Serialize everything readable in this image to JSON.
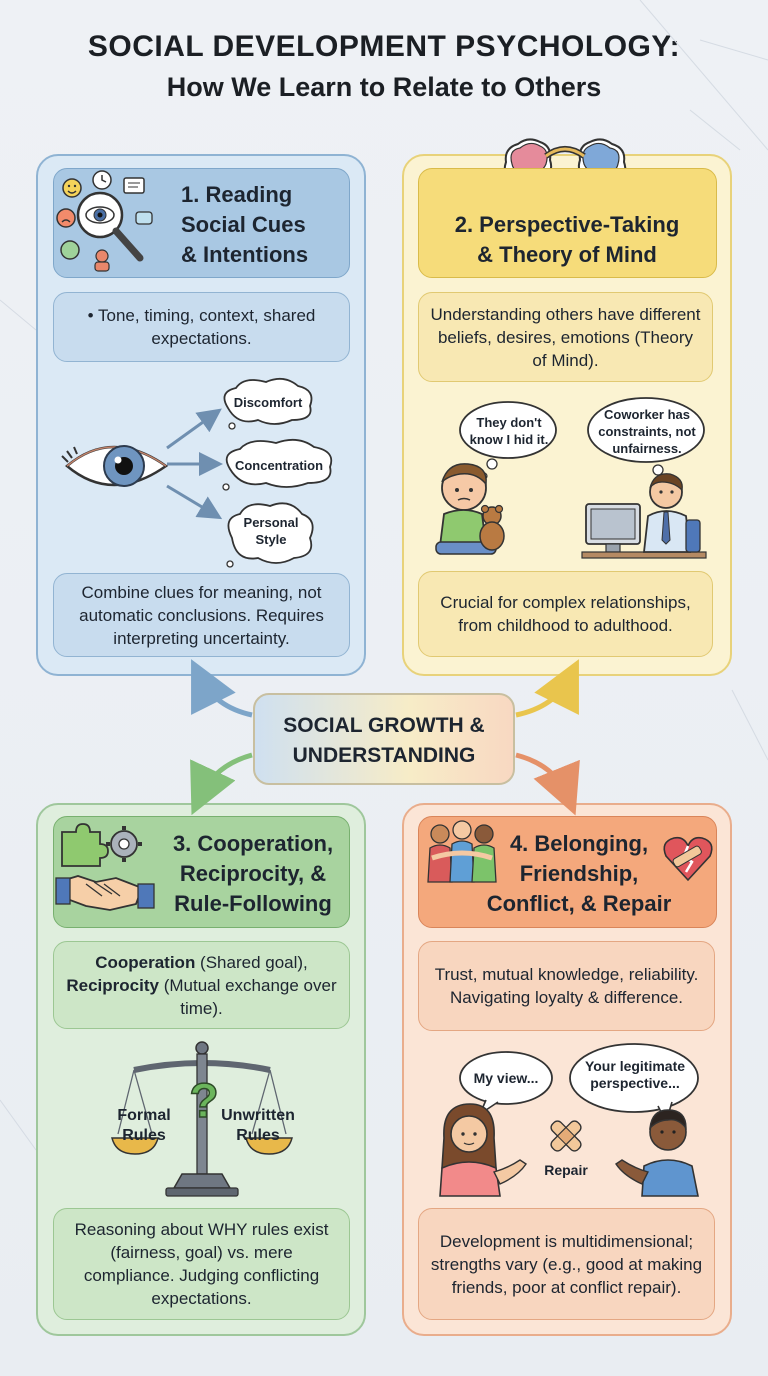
{
  "title": {
    "line1": "SOCIAL DEVELOPMENT PSYCHOLOGY:",
    "line2": "How We Learn to Relate to Others"
  },
  "center": {
    "line1": "SOCIAL GROWTH &",
    "line2": "UNDERSTANDING"
  },
  "panel1": {
    "heading": [
      "1. Reading",
      "Social Cues",
      "& Intentions"
    ],
    "bullet": "Tone, timing, context, shared expectations.",
    "clouds": [
      "Discomfort",
      "Concentration",
      "Personal Style"
    ],
    "footer": "Combine clues for meaning, not automatic conclusions. Requires interpreting uncertainty."
  },
  "panel2": {
    "heading": [
      "2. Perspective-Taking",
      "& Theory of Mind"
    ],
    "text": "Understanding others have different beliefs, desires, emotions (Theory of Mind).",
    "bubble_child": "They don't know I hid it.",
    "bubble_adult": "Coworker has constraints, not unfairness.",
    "footer": "Crucial for complex relationships, from childhood to adulthood."
  },
  "panel3": {
    "heading": [
      "3. Cooperation,",
      "Reciprocity, &",
      "Rule-Following"
    ],
    "term1": "Cooperation",
    "term1_def": " (Shared goal),",
    "term2": "Reciprocity",
    "term2_def": " (Mutual exchange over time).",
    "scale_left": "Formal Rules",
    "scale_right": "Unwritten Rules",
    "scale_mark": "?",
    "footer": "Reasoning about WHY rules exist (fairness, goal) vs. mere compliance. Judging conflicting expectations."
  },
  "panel4": {
    "heading": [
      "4. Belonging,",
      "Friendship,",
      "Conflict, & Repair"
    ],
    "text": "Trust, mutual knowledge, reliability. Navigating loyalty & difference.",
    "bubble_left": "My view...",
    "bubble_right": "Your legitimate perspective...",
    "repair_label": "Repair",
    "footer": "Development is multidimensional; strengths vary (e.g., good at making friends, poor at conflict repair)."
  },
  "colors": {
    "blue": "#a9c8e3",
    "yellow": "#f6dc7a",
    "green": "#a8d39f",
    "orange": "#f4a87c"
  },
  "icons": [
    "magnifier-eye-icon",
    "brains-link-icon",
    "puzzle-gear-handshake-icon",
    "group-heart-icon",
    "eye-icon",
    "balance-scale-icon",
    "bandage-icon"
  ]
}
